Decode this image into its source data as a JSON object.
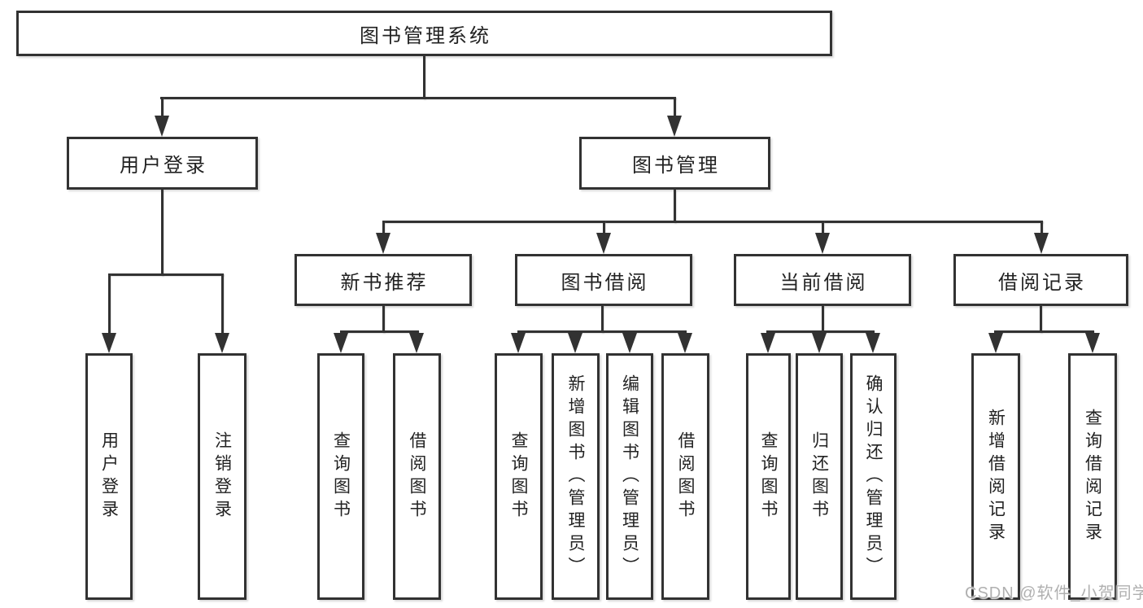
{
  "nodes": {
    "root": "图书管理系统",
    "user_login": "用户登录",
    "book_management": "图书管理",
    "new_book_recommend": "新书推荐",
    "book_borrowing": "图书借阅",
    "current_borrowing": "当前借阅",
    "borrowing_records": "借阅记录",
    "ul_user_login": "用户登录",
    "ul_logout": "注销登录",
    "nbr_query_books": "查询图书",
    "nbr_borrow_books": "借阅图书",
    "bb_query_books": "查询图书",
    "bb_add_books": "新增图书（管理员）",
    "bb_edit_books": "编辑图书（管理员）",
    "bb_borrow_books": "借阅图书",
    "cb_query_books": "查询图书",
    "cb_return_books": "归还图书",
    "cb_confirm_return": "确认归还（管理员）",
    "br_add_record": "新增借阅记录",
    "br_query_record": "查询借阅记录"
  },
  "tree": {
    "图书管理系统": {
      "用户登录": [
        "用户登录",
        "注销登录"
      ],
      "图书管理": {
        "新书推荐": [
          "查询图书",
          "借阅图书"
        ],
        "图书借阅": [
          "查询图书",
          "新增图书（管理员）",
          "编辑图书（管理员）",
          "借阅图书"
        ],
        "当前借阅": [
          "查询图书",
          "归还图书",
          "确认归还（管理员）"
        ],
        "借阅记录": [
          "新增借阅记录",
          "查询借阅记录"
        ]
      }
    }
  },
  "watermark": {
    "text": "CSDN @软件_小贺同学"
  },
  "colors": {
    "line": "#323232",
    "box_border": "#323232",
    "box_background": "#ffffff",
    "text": "#222222",
    "watermark": "#b0b0b0",
    "background": "#ffffff"
  }
}
